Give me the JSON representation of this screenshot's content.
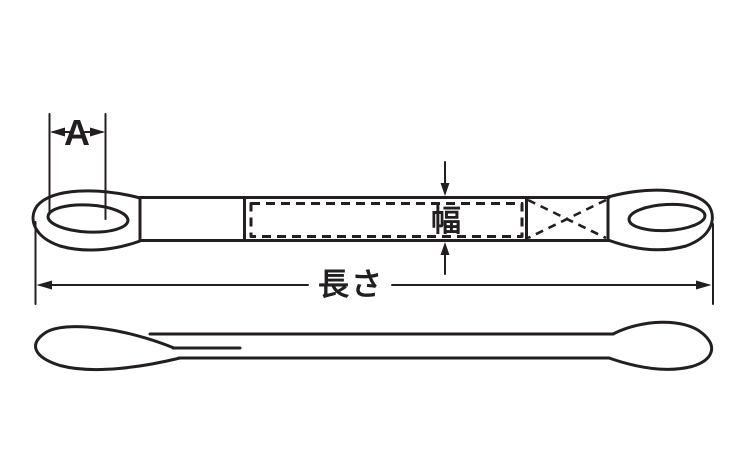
{
  "diagram": {
    "type": "technical-dimension-drawing",
    "subject": "belt-sling-with-loop-eyes",
    "labels": {
      "eye_dimension": "A",
      "width": "幅",
      "length": "長さ"
    }
  },
  "colors": {
    "line": "#231f20",
    "background": "#ffffff"
  }
}
